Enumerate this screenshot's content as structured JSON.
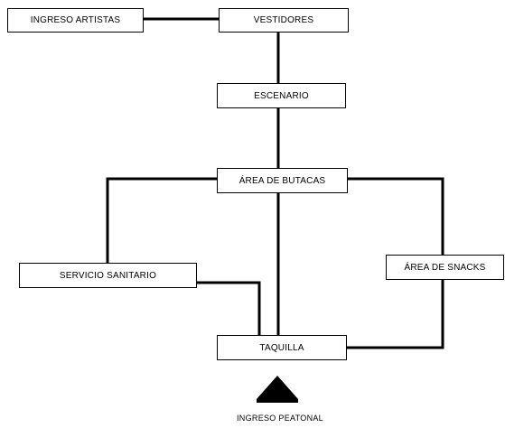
{
  "nodes": {
    "ingreso_artistas": "INGRESO ARTISTAS",
    "vestidores": "VESTIDORES",
    "escenario": "ESCENARIO",
    "area_butacas": "ÁREA DE BUTACAS",
    "servicio_sanitario": "SERVICIO SANITARIO",
    "area_snacks": "ÁREA DE SNACKS",
    "taquilla": "TAQUILLA"
  },
  "entrance": {
    "label": "INGRESO PEATONAL",
    "icon": "triangle-up-icon"
  },
  "connections": [
    [
      "ingreso_artistas",
      "vestidores"
    ],
    [
      "vestidores",
      "escenario"
    ],
    [
      "escenario",
      "area_butacas"
    ],
    [
      "area_butacas",
      "taquilla"
    ],
    [
      "area_butacas",
      "servicio_sanitario"
    ],
    [
      "area_butacas",
      "area_snacks"
    ],
    [
      "servicio_sanitario",
      "taquilla"
    ],
    [
      "area_snacks",
      "taquilla"
    ]
  ],
  "colors": {
    "line": "#000000",
    "box_border": "#000000",
    "background": "#ffffff"
  }
}
